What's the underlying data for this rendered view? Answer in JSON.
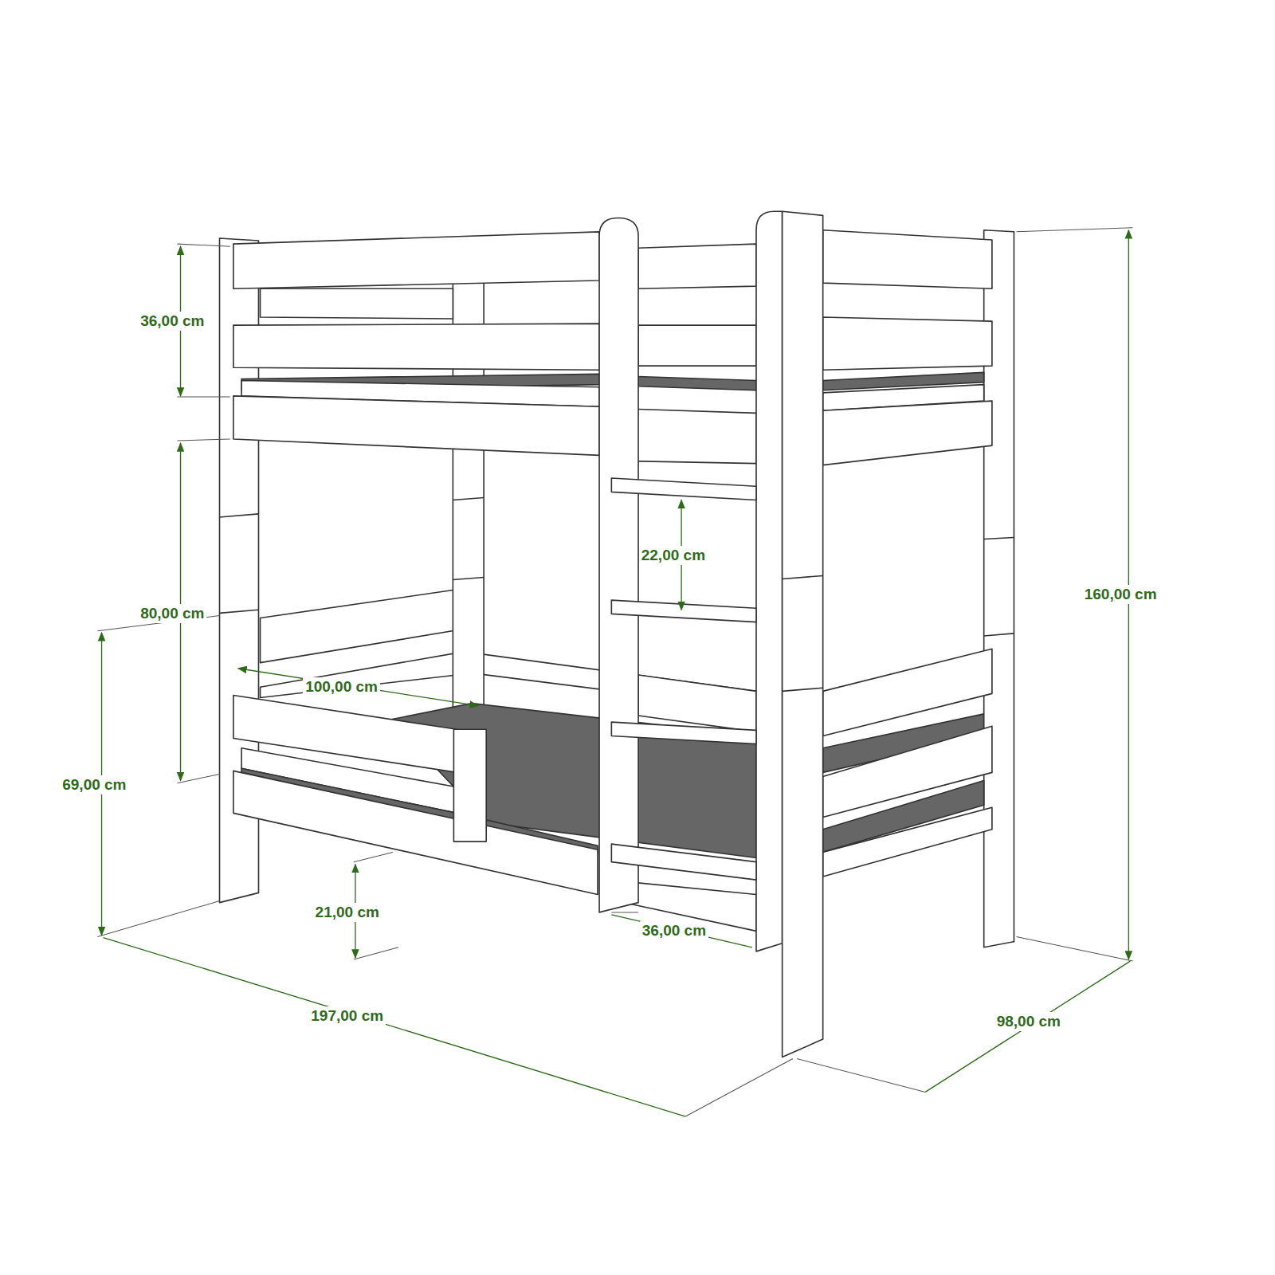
{
  "diagram": {
    "labels": [
      "36,00 cm",
      "80,00 cm",
      "69,00 cm",
      "100,00 cm",
      "22,00 cm",
      "160,00 cm",
      "21,00 cm",
      "36,00 cm",
      "197,00 cm",
      "98,00 cm"
    ]
  }
}
